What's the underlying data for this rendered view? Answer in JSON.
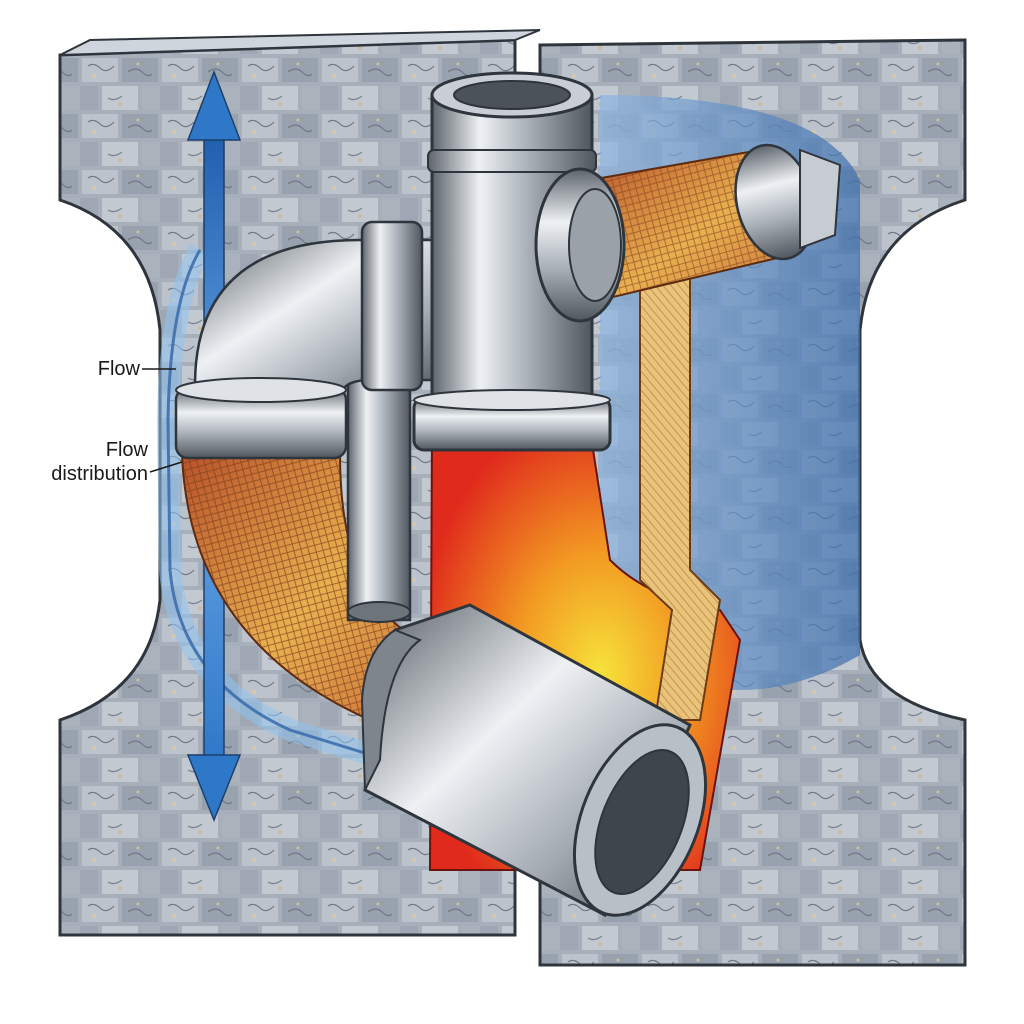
{
  "labels": {
    "flow": "Flow",
    "flow_distribution_line1": "Flow",
    "flow_distribution_line2": "distribution"
  },
  "colors": {
    "stone_light": "#b9c1cc",
    "stone_mid": "#8f99a7",
    "stone_dark": "#5d6774",
    "mortar": "#3c434c",
    "water": "#6f9fd4",
    "water_dark": "#3d6fae",
    "arrow_blue": "#2f78c8",
    "pipe_light": "#eef1f4",
    "pipe_mid": "#a9b0b8",
    "pipe_dark": "#5d646c",
    "hot_red": "#e02a1c",
    "hot_yellow": "#f7e23a",
    "mesh_copper": "#c8703a",
    "mesh_gold": "#e8b050"
  },
  "icons": {
    "flow_arrow": "double-headed-vertical-arrow"
  }
}
